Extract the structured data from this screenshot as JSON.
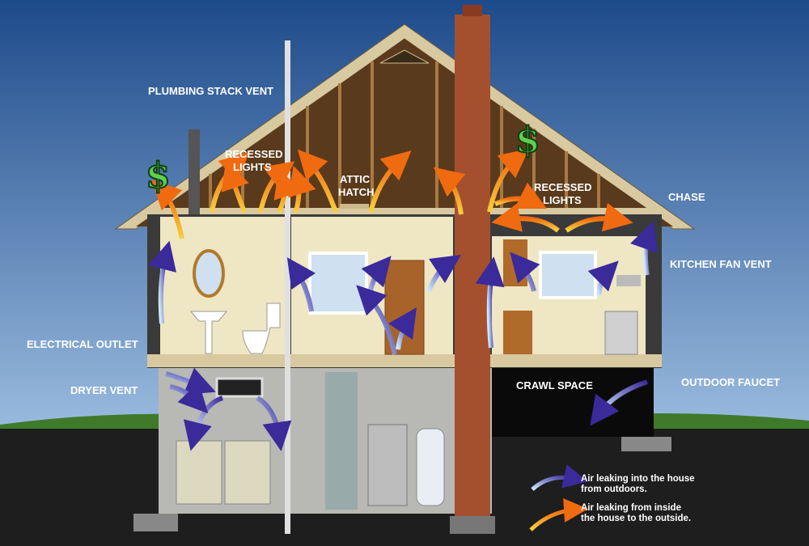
{
  "labels": {
    "plumbing_stack_vent": "PLUMBING STACK VENT",
    "recessed_lights_left_1": "RECESSED",
    "recessed_lights_left_2": "LIGHTS",
    "attic_hatch_1": "ATTIC",
    "attic_hatch_2": "HATCH",
    "recessed_lights_right_1": "RECESSED",
    "recessed_lights_right_2": "LIGHTS",
    "chase": "CHASE",
    "kitchen_fan_vent": "KITCHEN FAN VENT",
    "electrical_outlet": "ELECTRICAL OUTLET",
    "dryer_vent": "DRYER VENT",
    "crawl_space": "CRAWL SPACE",
    "outdoor_faucet": "OUTDOOR FAUCET"
  },
  "legend": {
    "inward": {
      "line1": "Air leaking into the house",
      "line2": "from outdoors.",
      "color": "#4a3aa8"
    },
    "outward": {
      "line1": "Air leaking from inside",
      "line2": "the house to the outside.",
      "color": "#f07a1a"
    }
  },
  "money_symbol": "$",
  "colors": {
    "sky_top": "#1d4a8a",
    "sky_bottom": "#9cbde0",
    "ground": "#1e1e1e",
    "attic": "#5a3a1c",
    "room_wall": "#efe6c4",
    "brick": "#a4502e"
  }
}
